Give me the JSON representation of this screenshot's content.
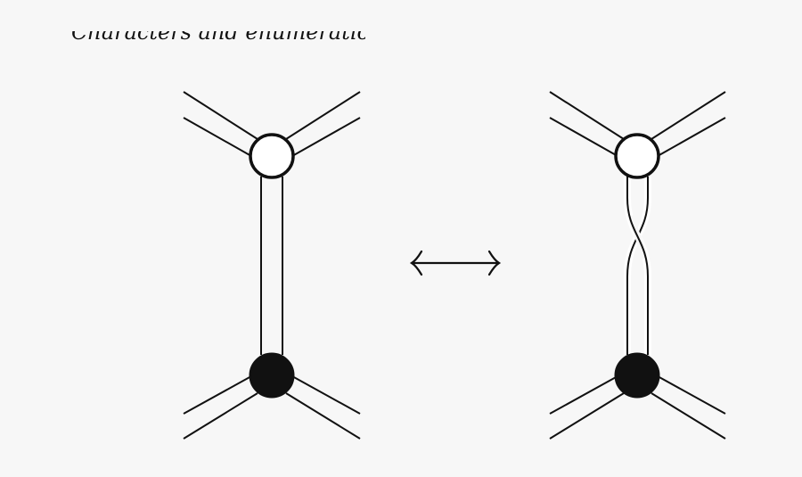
{
  "header": {
    "text": "Characters and enumeration of maps"
  },
  "diagram": {
    "left_graph": {
      "top_vertex": "white",
      "bottom_vertex": "black",
      "edge": "straight ribbon"
    },
    "relation_symbol": "long-left-right-arrow",
    "right_graph": {
      "top_vertex": "white",
      "bottom_vertex": "black",
      "edge": "twisted ribbon"
    },
    "colors": {
      "stroke": "#111111",
      "white_vertex": "#ffffff",
      "black_vertex": "#111111",
      "background": "#f7f7f7"
    }
  }
}
